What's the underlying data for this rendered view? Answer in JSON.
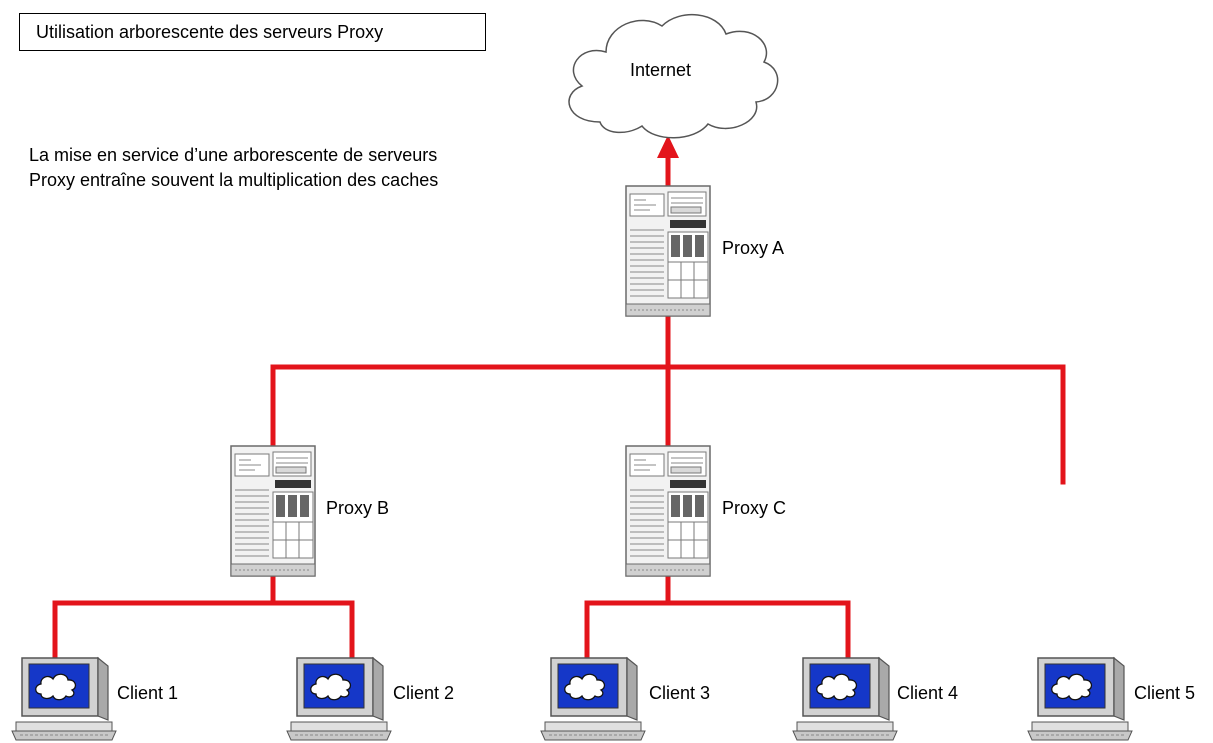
{
  "title": "Utilisation arborescente des serveurs Proxy",
  "description": "La mise en service d’une arborescente de serveurs Proxy entraîne souvent la multiplication des caches",
  "colors": {
    "link": "#e3141b",
    "screen_blue": "#1537c8",
    "device_gray": "#cfcfcf"
  },
  "nodes": {
    "internet": "Internet",
    "proxy_a": "Proxy A",
    "proxy_b": "Proxy B",
    "proxy_c": "Proxy C",
    "client_1": "Client 1",
    "client_2": "Client 2",
    "client_3": "Client 3",
    "client_4": "Client 4",
    "client_5": "Client 5"
  },
  "icons": {
    "internet": "cloud-icon",
    "proxy": "server-tower-icon",
    "client": "computer-icon"
  }
}
